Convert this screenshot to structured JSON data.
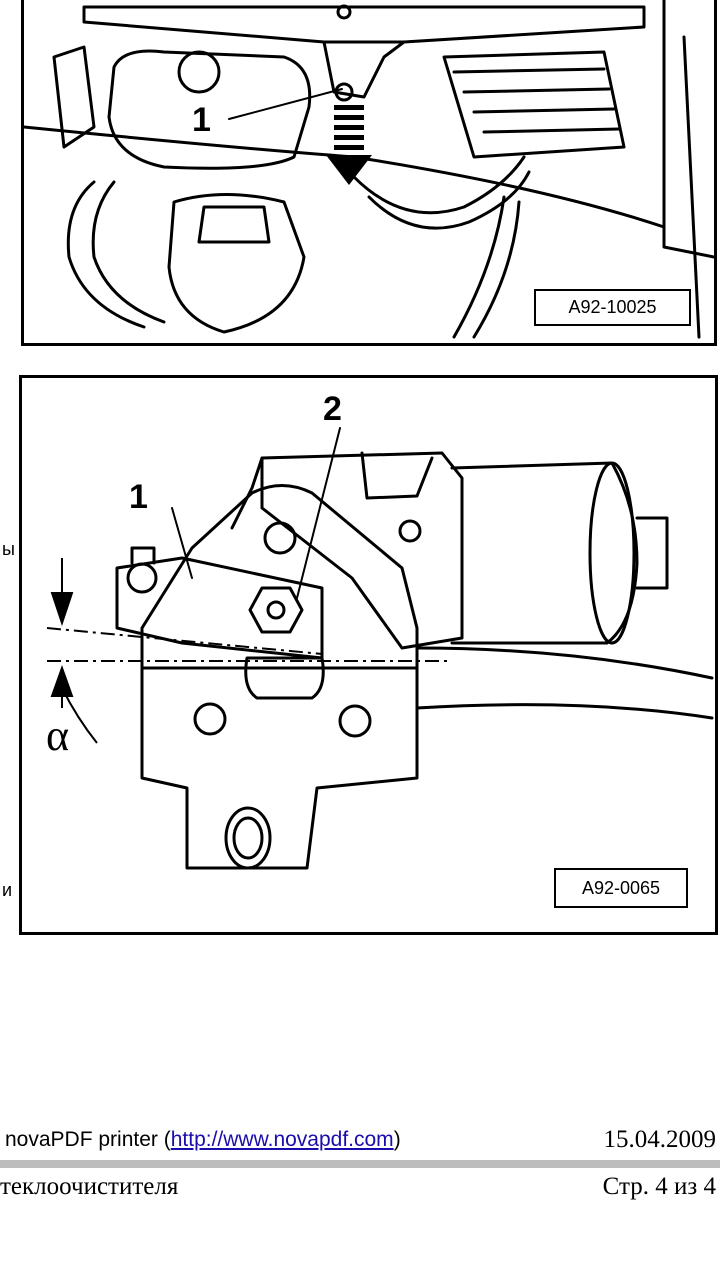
{
  "figures": [
    {
      "label": "A92-10025",
      "callouts": [
        "1"
      ]
    },
    {
      "label": "A92-0065",
      "callouts": [
        "1",
        "2"
      ],
      "angle_symbol": "α"
    }
  ],
  "page_edge_text": {
    "upper": "ы",
    "lower": "и"
  },
  "footer": {
    "printer_prefix": "novaPDF printer (",
    "printer_link": "http://www.novapdf.com",
    "printer_suffix": ")",
    "date": "15.04.2009",
    "doc_title": "теклоочистителя",
    "page_number": "Стр. 4 из 4"
  }
}
